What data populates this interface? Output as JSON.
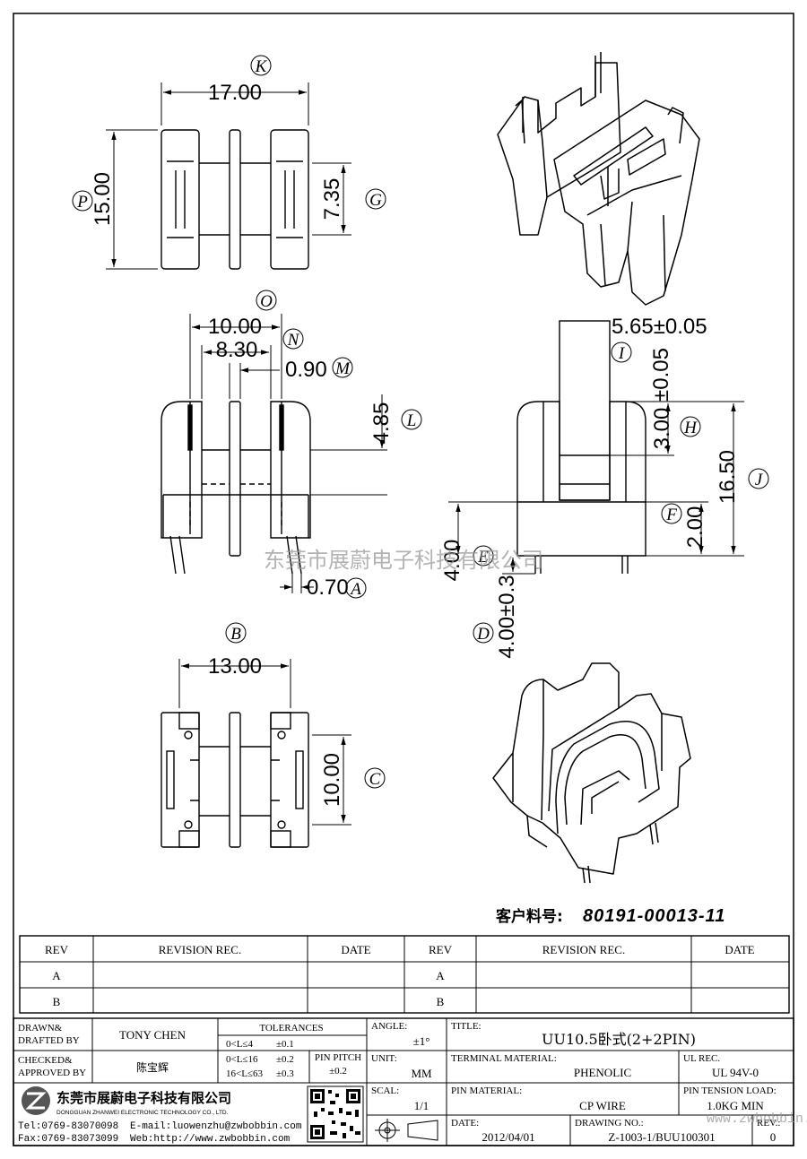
{
  "views": {
    "top": {
      "width": "17.00",
      "height": "15.00",
      "inner": "7.35",
      "lbl_width": "K",
      "lbl_height": "P",
      "lbl_inner": "G"
    },
    "front": {
      "d10": "10.00",
      "d830": "8.30",
      "d090": "0.90",
      "d485": "4.85",
      "d070": "0.70",
      "lbl_o": "O",
      "lbl_n": "N",
      "lbl_m": "M",
      "lbl_l": "L",
      "lbl_a": "A"
    },
    "side": {
      "d565": "5.65±0.05",
      "d300": "3.00",
      "d005": "±0.05",
      "d1650": "16.50",
      "d200": "2.00",
      "d400": "4.00",
      "d40003": "4.00±0.3",
      "lbl_i": "I",
      "lbl_h": "H",
      "lbl_j": "J",
      "lbl_f": "F",
      "lbl_e": "E",
      "lbl_d": "D"
    },
    "bottom": {
      "width": "13.00",
      "height": "10.00",
      "lbl_b": "B",
      "lbl_c": "C"
    }
  },
  "customer_part_label": "客户料号:",
  "customer_part_no": "80191-00013-11",
  "watermark_company": "东莞市展蔚电子科技有限公司",
  "revision_table": {
    "headers": [
      "REV",
      "REVISION REC.",
      "DATE",
      "REV",
      "REVISION REC.",
      "DATE"
    ],
    "rows": [
      [
        "A",
        "",
        "",
        "A",
        "",
        ""
      ],
      [
        "B",
        "",
        "",
        "B",
        "",
        ""
      ]
    ]
  },
  "title_block": {
    "drawn_label": "DRAWN&",
    "drafted_label": "DRAFTED BY",
    "drawn_value": "TONY CHEN",
    "checked_label": "CHECKED&",
    "approved_label": "APPROVED BY",
    "checked_value": "陈宝辉",
    "tolerances_label": "TOLERANCES",
    "tol_rows": [
      {
        "range": "0<L≤4",
        "tol": "±0.1"
      },
      {
        "range": "0<L≤16",
        "tol": "±0.2"
      },
      {
        "range": "16<L≤63",
        "tol": "±0.3"
      }
    ],
    "pin_pitch_label": "PIN PITCH",
    "pin_pitch_value": "±0.2",
    "angle_label": "ANGLE:",
    "angle_value": "±1°",
    "unit_label": "UNIT:",
    "unit_value": "MM",
    "scale_label": "SCAL:",
    "scale_value": "1/1",
    "title_label": "TITLE:",
    "title_value": "UU10.5卧式(2+2PIN)",
    "terminal_material_label": "TERMINAL MATERIAL:",
    "terminal_material_value": "PHENOLIC",
    "ul_rec_label": "UL REC.",
    "ul_rec_value": "UL 94V-0",
    "pin_material_label": "PIN MATERIAL:",
    "pin_material_value": "CP WIRE",
    "pin_tension_label": "PIN TENSION LOAD:",
    "pin_tension_value": "1.0KG MIN",
    "date_label": "DATE:",
    "date_value": "2012/04/01",
    "drawing_no_label": "DRAWING NO.:",
    "drawing_no_value": "Z-1003-1/BUU100301",
    "rev_label": "REV.:",
    "rev_value": "0",
    "company_cn": "东莞市展蔚电子科技有限公司",
    "company_en": "DONGGUAN ZHANWEI ELECTRONIC TECHNOLOGY CO., LTD.",
    "tel": "Tel:0769-83070098",
    "email": "E-mail:luowenzhu@zwbobbin.com",
    "fax": "Fax:0769-83073099",
    "web": "Web:http://www.zwbobbin.com",
    "watermark_url": "www.zwbobbin.com"
  }
}
